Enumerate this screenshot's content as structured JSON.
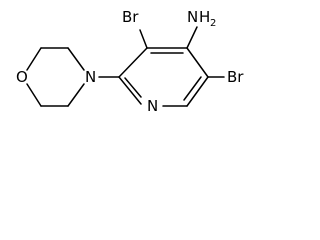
{
  "molecule": {
    "atoms": {
      "amine_n": "N",
      "amine_h": "H",
      "amine_h_count": "2",
      "bromine_upper": "Br",
      "bromine_right": "Br",
      "morpholine_o": "O",
      "morpholine_n": "N",
      "pyridine_n": "N"
    },
    "colors": {
      "ink": "#000000",
      "background": "#ffffff"
    }
  }
}
